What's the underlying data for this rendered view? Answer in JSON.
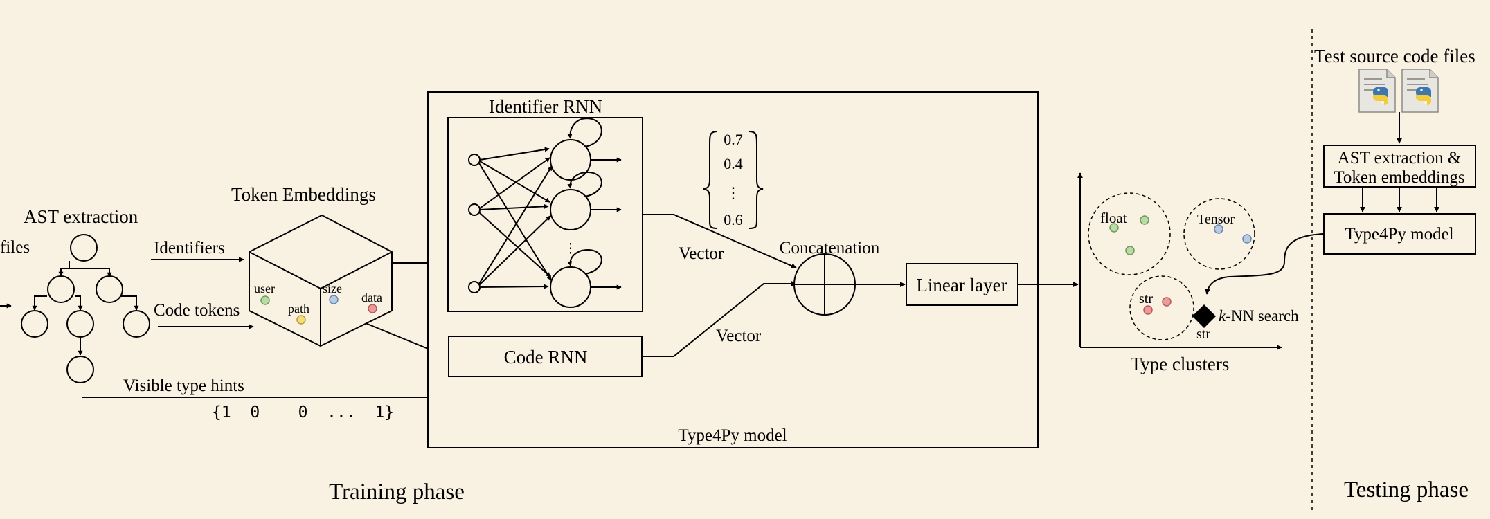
{
  "colors": {
    "background": "#f9f1e2",
    "dot_green": "#b9dca6",
    "dot_yellow": "#f7dc7a",
    "dot_blue": "#b7cbe6",
    "dot_red": "#ee9a9a"
  },
  "training": {
    "files_label": "files",
    "ast_label": "AST extraction",
    "identifiers_label": "Identifiers",
    "code_tokens_label": "Code tokens",
    "embeddings_title": "Token Embeddings",
    "embed_user": "user",
    "embed_path": "path",
    "embed_size": "size",
    "embed_data": "data",
    "visible_hints_label": "Visible type hints",
    "hints_vector": "{1  0    0  ...  1}",
    "phase_label": "Training phase"
  },
  "model": {
    "title": "Type4Py model",
    "identifier_rnn": "Identifier RNN",
    "code_rnn": "Code RNN",
    "vector_label_1": "Vector",
    "vector_label_2": "Vector",
    "vector_values": [
      "0.7",
      "0.4",
      "⋮",
      "0.6"
    ],
    "vertical_ellipsis": "⋮",
    "concatenation": "Concatenation",
    "linear_layer": "Linear layer"
  },
  "clusters": {
    "title": "Type clusters",
    "float": "float",
    "tensor": "Tensor",
    "str": "str",
    "query_label": "str",
    "knn_k": "k",
    "knn_rest": "-NN search"
  },
  "testing": {
    "source_files": "Test source code files",
    "file_icon": "python-file-icon",
    "ast_line1": "AST extraction &",
    "ast_line2": "Token embeddings",
    "model_box": "Type4Py model",
    "phase_label": "Testing phase"
  }
}
